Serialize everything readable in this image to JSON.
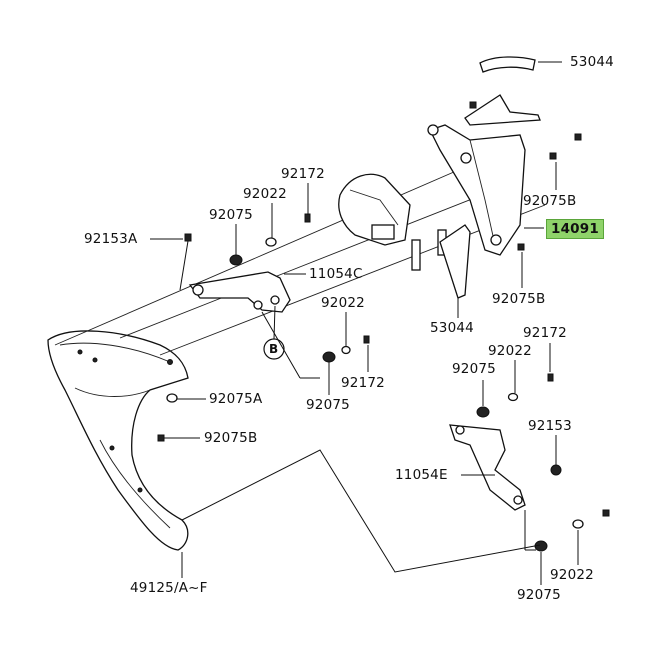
{
  "labels": {
    "p53044_top": "53044",
    "p92172_a": "92172",
    "p92022_a": "92022",
    "p92075_a": "92075",
    "p92153A": "92153A",
    "p11054C": "11054C",
    "p92075B_a": "92075B",
    "p14091": "14091",
    "p92075B_b": "92075B",
    "p53044_bot": "53044",
    "p92022_b": "92022",
    "p92172_b": "92172",
    "p92075_b": "92075",
    "p92075A": "92075A",
    "p92075B_c": "92075B",
    "p92172_c": "92172",
    "p92022_c": "92022",
    "p92075_c": "92075",
    "p92153": "92153",
    "p11054E": "11054E",
    "p92022_d": "92022",
    "p92075_d": "92075",
    "p49125": "49125/A~F",
    "callout_B": "B"
  },
  "highlight_color": "#8fd36a"
}
